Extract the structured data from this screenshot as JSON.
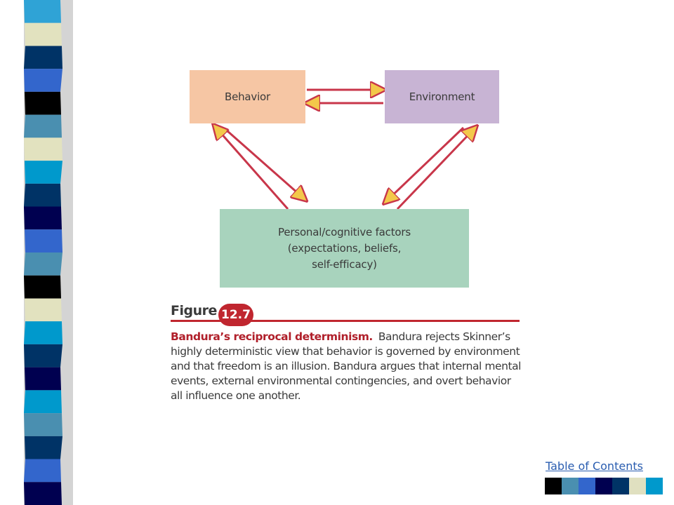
{
  "diagram": {
    "boxes": {
      "behavior": "Behavior",
      "environment": "Environment",
      "personal_line1": "Personal/cognitive factors",
      "personal_line2": "(expectations, beliefs,",
      "personal_line3": "self-efficacy)"
    },
    "colors": {
      "behavior": "#f6c6a4",
      "environment": "#c8b4d4",
      "personal": "#a8d3bd",
      "arrow": "#c8364a",
      "arrowhead_fill": "#f3c84a"
    }
  },
  "figure": {
    "label": "Figure",
    "number": "12.7",
    "caption_title": "Bandura’s reciprocal determinism.",
    "caption_body": "Bandura rejects Skinner’s highly deterministic view that behavior is governed by environment and that freedom is an illusion. Bandura argues that internal mental events, external environmental contingencies, and overt behavior all influence one another."
  },
  "navigation": {
    "toc_label": "Table of Contents",
    "toc_swatches": [
      "#000000",
      "#4a8fb0",
      "#3366cc",
      "#000050",
      "#003366",
      "#e0e0c0",
      "#0099cc"
    ]
  },
  "decor": {
    "left_bar_colors": [
      "#2fa3d6",
      "#e2e2bf",
      "#003366",
      "#3366cc",
      "#000000",
      "#4a8fb0",
      "#e2e2bf",
      "#0099cc",
      "#003366",
      "#000050",
      "#3366cc",
      "#4a8fb0",
      "#000000",
      "#e2e2bf",
      "#0099cc",
      "#003366",
      "#000050",
      "#0099cc",
      "#4a8fb0",
      "#003366",
      "#3366cc",
      "#000050"
    ]
  }
}
